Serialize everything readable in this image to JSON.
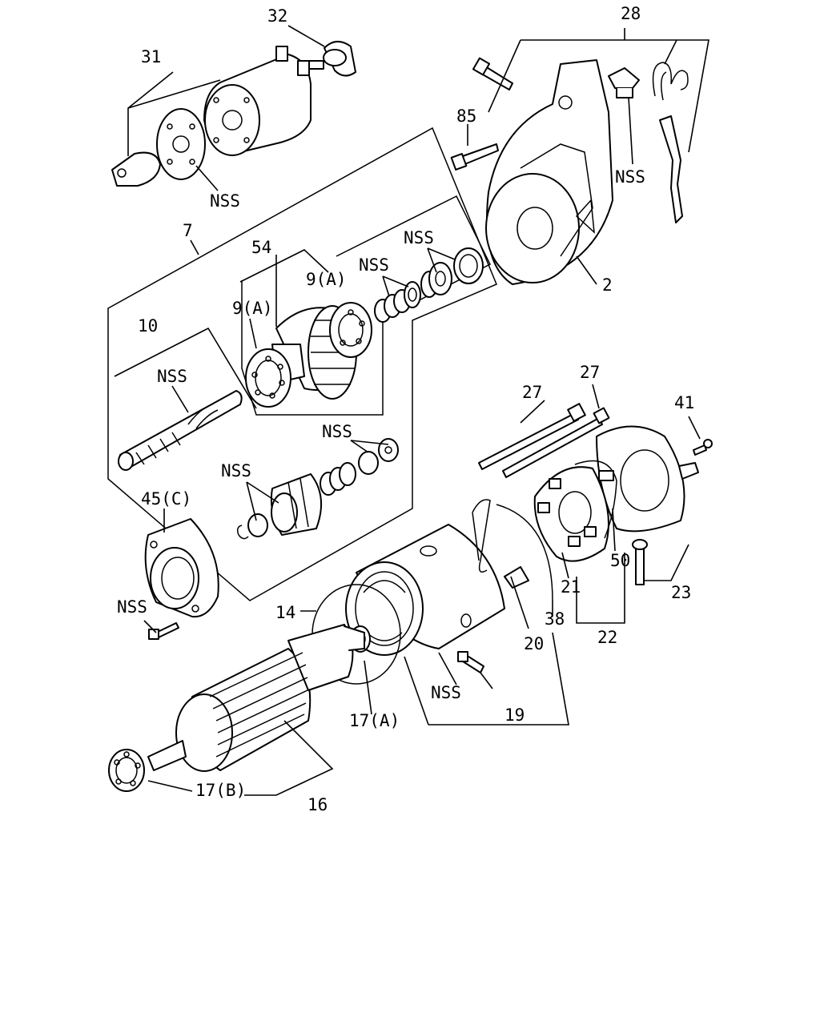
{
  "diagram": {
    "callouts": {
      "c32": "32",
      "c31": "31",
      "c28": "28",
      "c85": "85",
      "c7": "7",
      "c54": "54",
      "c9a_right": "9(A)",
      "c9a_left": "9(A)",
      "c10": "10",
      "c2": "2",
      "c27_left": "27",
      "c27_right": "27",
      "c41": "41",
      "c45c": "45(C)",
      "c14": "14",
      "c50": "50",
      "c21": "21",
      "c23": "23",
      "c38": "38",
      "c22": "22",
      "c20": "20",
      "c19": "19",
      "c17a": "17(A)",
      "c17b": "17(B)",
      "c16": "16",
      "nss_solenoid": "NSS",
      "nss_bracket": "NSS",
      "nss_top_right": "NSS",
      "nss_mid": "NSS",
      "nss_shaft": "NSS",
      "nss_pinion_spring": "NSS",
      "nss_clip": "NSS",
      "nss_bolt": "NSS",
      "nss_yoke": "NSS"
    }
  }
}
